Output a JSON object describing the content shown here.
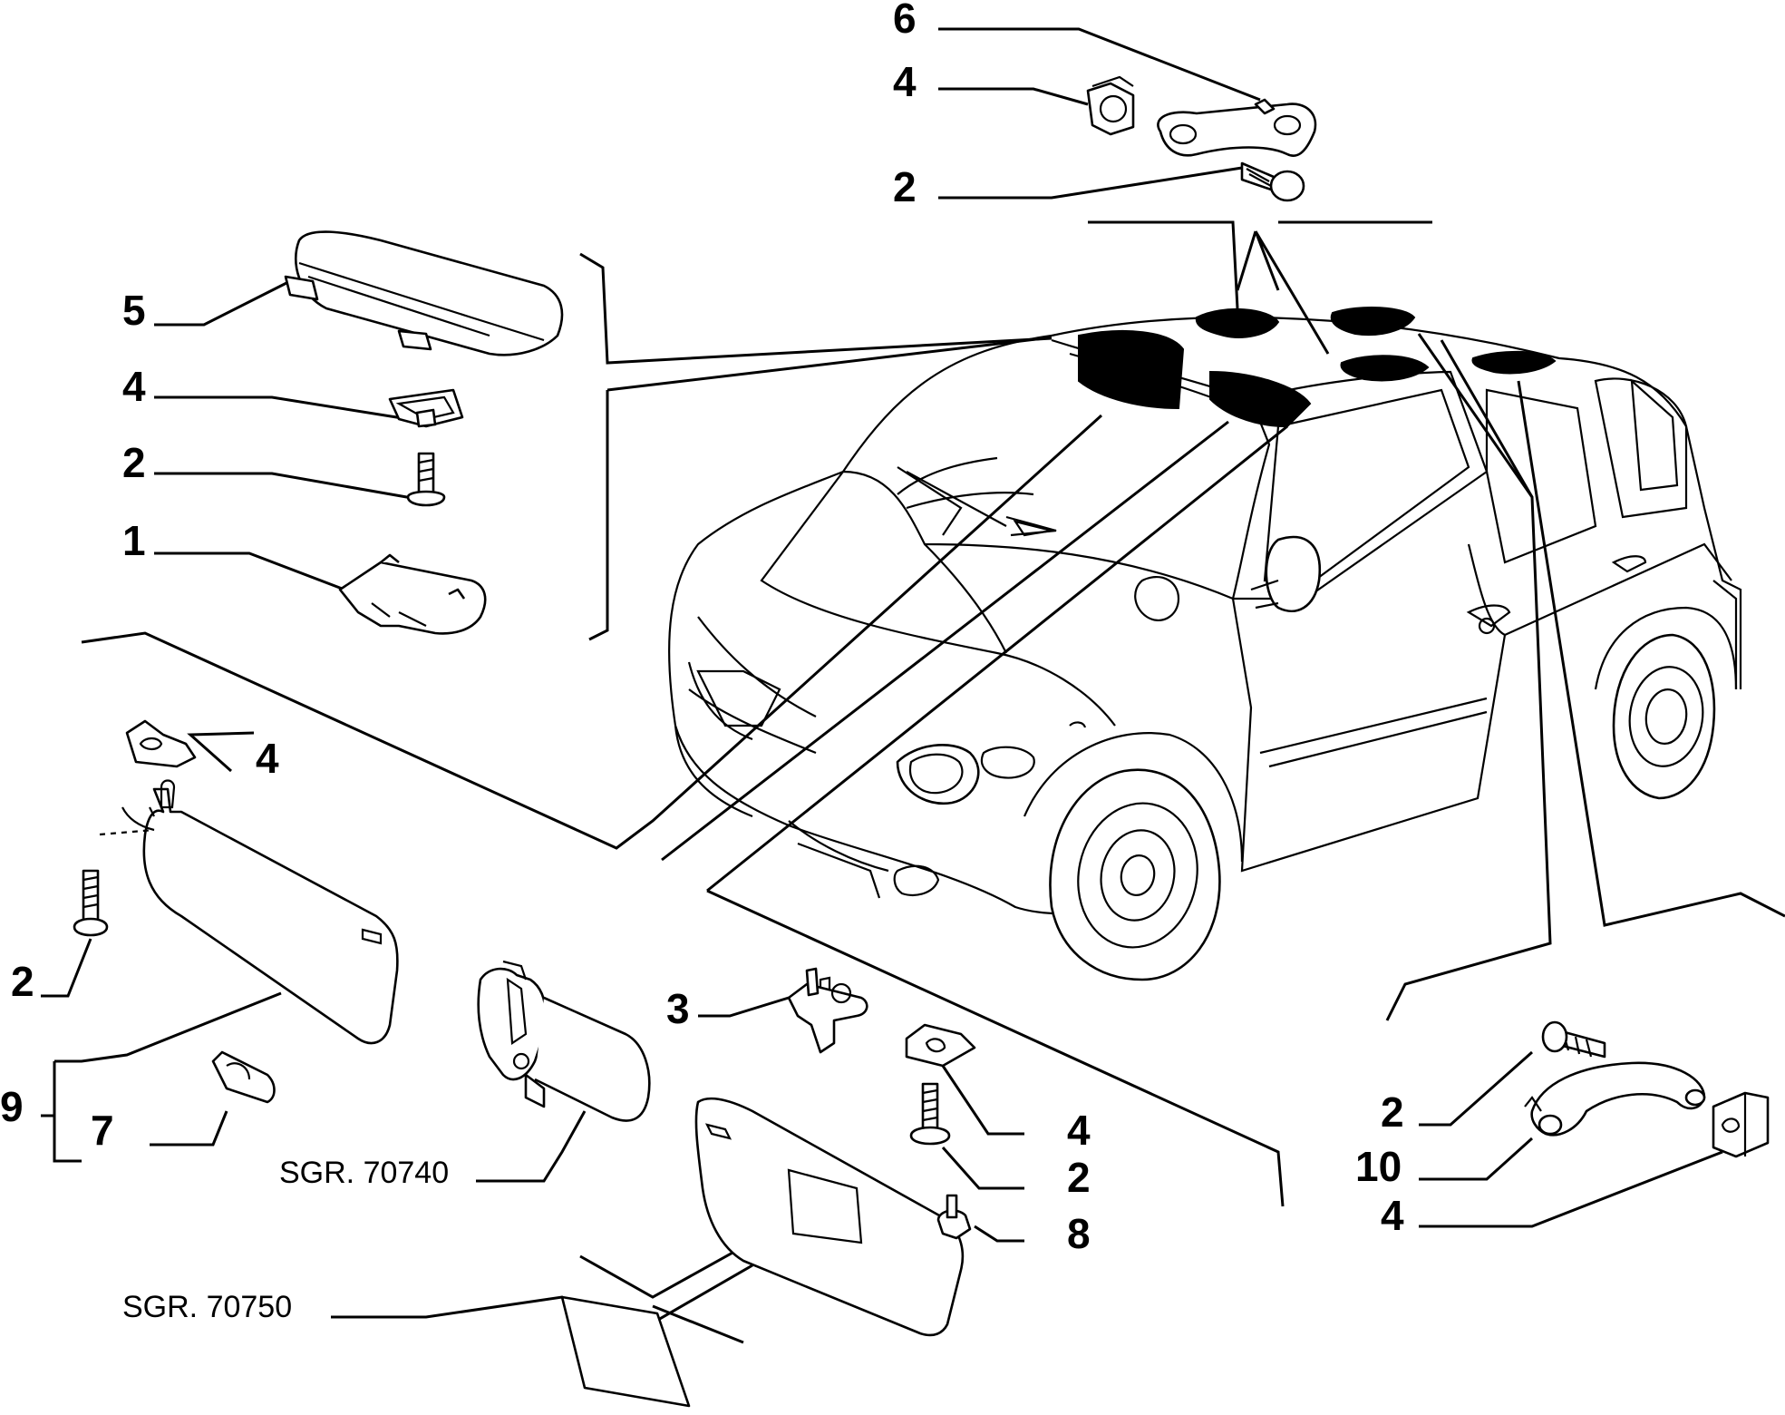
{
  "callouts": {
    "c6": "6",
    "c4a": "4",
    "c2a": "2",
    "c5": "5",
    "c4b": "4",
    "c2b": "2",
    "c1": "1",
    "c4c": "4",
    "c2c": "2",
    "c9": "9",
    "c7": "7",
    "c3": "3",
    "c4d": "4",
    "c2d": "2",
    "c8": "8",
    "c2e": "2",
    "c10": "10",
    "c4e": "4"
  },
  "refs": {
    "mirror": "SGR. 70740",
    "label": "SGR. 70750"
  }
}
